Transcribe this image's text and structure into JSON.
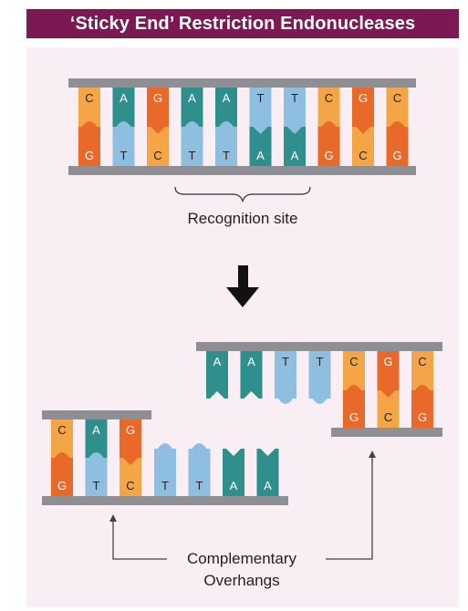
{
  "title": "‘Sticky End’ Restriction Endonucleases",
  "recognition_label": "Recognition site",
  "overhang_label_line1": "Complementary",
  "overhang_label_line2": "Overhangs",
  "colors": {
    "title_bg": "#7b1a52",
    "panel_bg": "#f8eef3",
    "backbone": "#8e8e95",
    "A": "#2e8f8c",
    "T": "#8fbfe0",
    "C": "#f4a646",
    "G": "#e8692a",
    "arrow": "#111111",
    "line": "#444444"
  },
  "original_strand": {
    "top": [
      "C",
      "A",
      "G",
      "A",
      "A",
      "T",
      "T",
      "C",
      "G",
      "C"
    ],
    "bottom": [
      "G",
      "T",
      "C",
      "T",
      "T",
      "A",
      "A",
      "G",
      "C",
      "G"
    ]
  },
  "left_fragment": {
    "paired_top": [
      "C",
      "A",
      "G"
    ],
    "paired_bottom": [
      "G",
      "T",
      "C"
    ],
    "overhang": [
      "T",
      "T",
      "A",
      "A"
    ]
  },
  "right_fragment": {
    "overhang": [
      "A",
      "A",
      "T",
      "T"
    ],
    "paired_top": [
      "C",
      "G",
      "C"
    ],
    "paired_bottom": [
      "G",
      "C",
      "G"
    ]
  }
}
